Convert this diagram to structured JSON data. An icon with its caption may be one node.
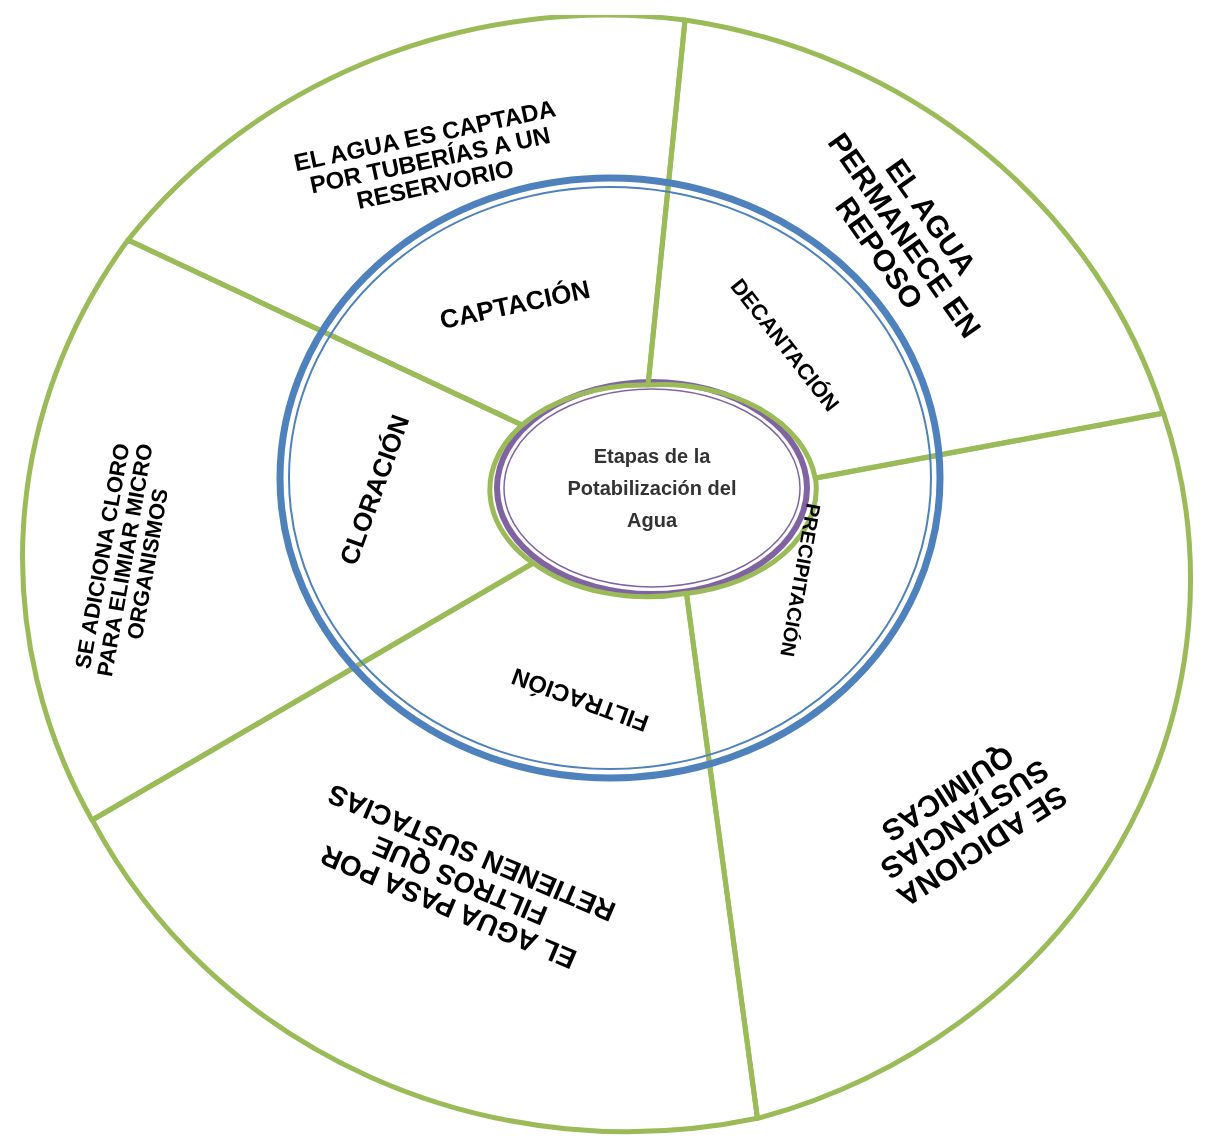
{
  "diagram": {
    "nodes": [
      {
        "text": [
          "Etapas de la Potabilización del Agua"
        ]
      },
      {
        "text": [
          "CAPTACIÓN",
          "EL AGUA ES CAPTADA POR TUBERÍAS A UN RESERVORIO"
        ]
      },
      {
        "text": [
          "DECANTACIÓN",
          "EL AGUA PERMANECE EN REPOSO"
        ]
      },
      {
        "text": [
          "PRECIPITACIÓN",
          "SE ADICIONA SUSTANCIAS QUÍMICAS"
        ]
      },
      {
        "text": [
          "FILTRACIÓN",
          "EL AGUA PASA POR FILTROS QUE RETIENEN SUSTACIAS"
        ]
      },
      {
        "text": [
          "CLORACIÓN",
          "SE ADICIONA CLORO PARA ELIMIAR MICRO ORGANISMOS"
        ]
      }
    ],
    "edges": []
  }
}
